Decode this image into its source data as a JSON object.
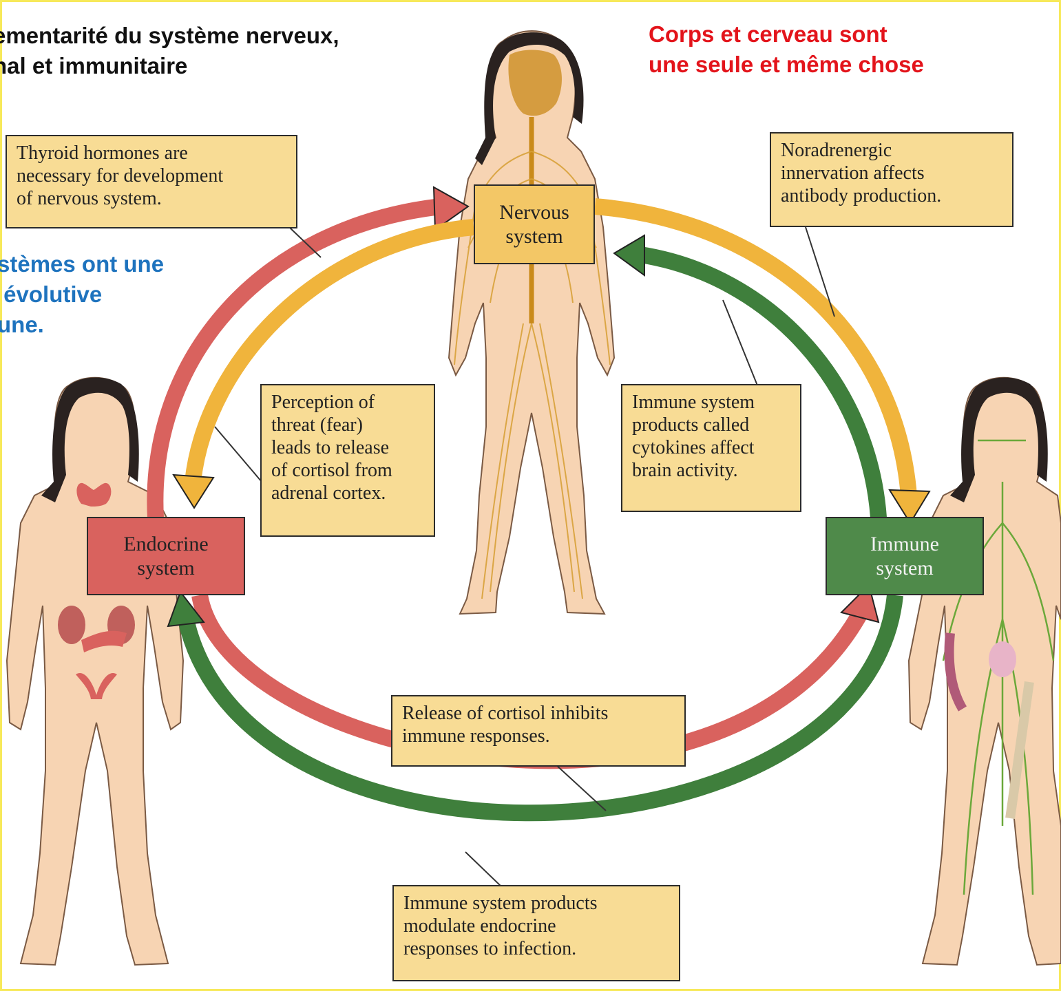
{
  "headings": {
    "black_line1": "ementarité du système nerveux,",
    "black_line2": "nal et immunitaire",
    "red_line1": "Corps et cerveau sont",
    "red_line2": "une seule et même chose",
    "blue_line1": "stèmes ont une",
    "blue_line2": " évolutive",
    "blue_line3": "une."
  },
  "systems": {
    "nervous_line1": "Nervous",
    "nervous_line2": "system",
    "endocrine_line1": "Endocrine",
    "endocrine_line2": "system",
    "immune_line1": "Immune",
    "immune_line2": "system"
  },
  "callouts": {
    "thyroid": [
      "Thyroid hormones are",
      "necessary for development",
      "of nervous system."
    ],
    "noradrenergic": [
      "Noradrenergic",
      "innervation affects",
      "antibody production."
    ],
    "perception": [
      "Perception of",
      "threat (fear)",
      "leads to release",
      "of cortisol from",
      "adrenal cortex."
    ],
    "cytokines": [
      "Immune system",
      "products called",
      "cytokines affect",
      "brain activity."
    ],
    "cortisol": [
      "Release of cortisol inhibits",
      "immune responses."
    ],
    "modulate": [
      "Immune system products",
      "modulate endocrine",
      "responses to infection."
    ]
  },
  "colors": {
    "red_arrow": "#d9625e",
    "orange_arrow": "#f0b43c",
    "green_arrow": "#3f7f3c",
    "callout_fill": "#f8dc95",
    "skin": "#f7d4b3",
    "frame": "#f7e95a"
  }
}
